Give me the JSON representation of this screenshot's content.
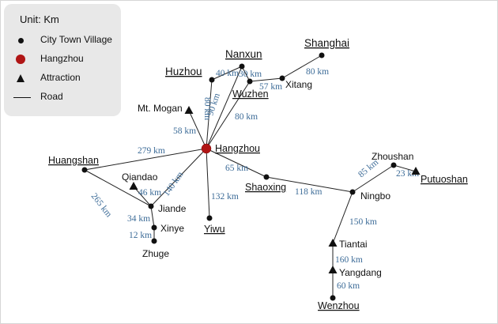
{
  "legend": {
    "unit": "Unit: Km",
    "items": [
      {
        "symbol": "dot",
        "icon": "black-dot-icon",
        "label": "City Town Village"
      },
      {
        "symbol": "capital",
        "icon": "red-dot-icon",
        "label": "Hangzhou"
      },
      {
        "symbol": "triangle",
        "icon": "triangle-icon",
        "label": "Attraction"
      },
      {
        "symbol": "line",
        "icon": "line-icon",
        "label": "Road"
      }
    ]
  },
  "colors": {
    "capital": "#b01515",
    "distance_label": "#3d6c98",
    "legend_bg": "#e8e8e8",
    "road": "#222222"
  },
  "places": [
    {
      "id": "hangzhou",
      "name": "Hangzhou",
      "kind": "capital",
      "underlined": true
    },
    {
      "id": "huzhou",
      "name": "Huzhou",
      "kind": "city",
      "underlined": true
    },
    {
      "id": "nanxun",
      "name": "Nanxun",
      "kind": "town",
      "underlined": true
    },
    {
      "id": "shanghai",
      "name": "Shanghai",
      "kind": "city",
      "underlined": true
    },
    {
      "id": "xitang",
      "name": "Xitang",
      "kind": "town",
      "underlined": false
    },
    {
      "id": "wuzhen",
      "name": "Wuzhen",
      "kind": "town",
      "underlined": true
    },
    {
      "id": "mtmogan",
      "name": "Mt. Mogan",
      "kind": "attraction",
      "underlined": false
    },
    {
      "id": "huangshan",
      "name": "Huangshan",
      "kind": "city",
      "underlined": true
    },
    {
      "id": "qiandao",
      "name": "Qiandao",
      "kind": "attraction",
      "underlined": false
    },
    {
      "id": "jiande",
      "name": "Jiande",
      "kind": "town",
      "underlined": false
    },
    {
      "id": "xinye",
      "name": "Xinye",
      "kind": "village",
      "underlined": false
    },
    {
      "id": "zhuge",
      "name": "Zhuge",
      "kind": "village",
      "underlined": false
    },
    {
      "id": "yiwu",
      "name": "Yiwu",
      "kind": "city",
      "underlined": true
    },
    {
      "id": "shaoxing",
      "name": "Shaoxing",
      "kind": "city",
      "underlined": true
    },
    {
      "id": "ningbo",
      "name": "Ningbo",
      "kind": "city",
      "underlined": false
    },
    {
      "id": "zhoushan",
      "name": "Zhoushan",
      "kind": "city",
      "underlined": false
    },
    {
      "id": "putuoshan",
      "name": "Putuoshan",
      "kind": "attraction",
      "underlined": true
    },
    {
      "id": "tiantai",
      "name": "Tiantai",
      "kind": "attraction",
      "underlined": false
    },
    {
      "id": "yangdang",
      "name": "Yangdang",
      "kind": "attraction",
      "underlined": false
    },
    {
      "id": "wenzhou",
      "name": "Wenzhou",
      "kind": "city",
      "underlined": true
    }
  ],
  "roads": [
    {
      "from": "hangzhou",
      "to": "huzhou",
      "distance": "80 km"
    },
    {
      "from": "hangzhou",
      "to": "nanxun",
      "distance": "90 km"
    },
    {
      "from": "hangzhou",
      "to": "wuzhen",
      "distance": "80 km"
    },
    {
      "from": "huzhou",
      "to": "nanxun",
      "distance": "40 km"
    },
    {
      "from": "nanxun",
      "to": "wuzhen",
      "distance": "30 km"
    },
    {
      "from": "wuzhen",
      "to": "xitang",
      "distance": "57 km"
    },
    {
      "from": "xitang",
      "to": "shanghai",
      "distance": "80 km"
    },
    {
      "from": "hangzhou",
      "to": "mtmogan",
      "distance": "58 km"
    },
    {
      "from": "hangzhou",
      "to": "huangshan",
      "distance": "279 km"
    },
    {
      "from": "hangzhou",
      "to": "jiande",
      "distance": "140 km"
    },
    {
      "from": "hangzhou",
      "to": "yiwu",
      "distance": "132 km"
    },
    {
      "from": "hangzhou",
      "to": "shaoxing",
      "distance": "65 km"
    },
    {
      "from": "shaoxing",
      "to": "ningbo",
      "distance": "118 km"
    },
    {
      "from": "huangshan",
      "to": "jiande",
      "distance": "265 km"
    },
    {
      "from": "qiandao",
      "to": "jiande",
      "distance": "46 km"
    },
    {
      "from": "jiande",
      "to": "xinye",
      "distance": "34 km"
    },
    {
      "from": "xinye",
      "to": "zhuge",
      "distance": "12 km"
    },
    {
      "from": "ningbo",
      "to": "zhoushan",
      "distance": "85 km"
    },
    {
      "from": "zhoushan",
      "to": "putuoshan",
      "distance": "23 km"
    },
    {
      "from": "ningbo",
      "to": "tiantai",
      "distance": "150 km"
    },
    {
      "from": "tiantai",
      "to": "yangdang",
      "distance": "160 km"
    },
    {
      "from": "yangdang",
      "to": "wenzhou",
      "distance": "60 km"
    }
  ]
}
